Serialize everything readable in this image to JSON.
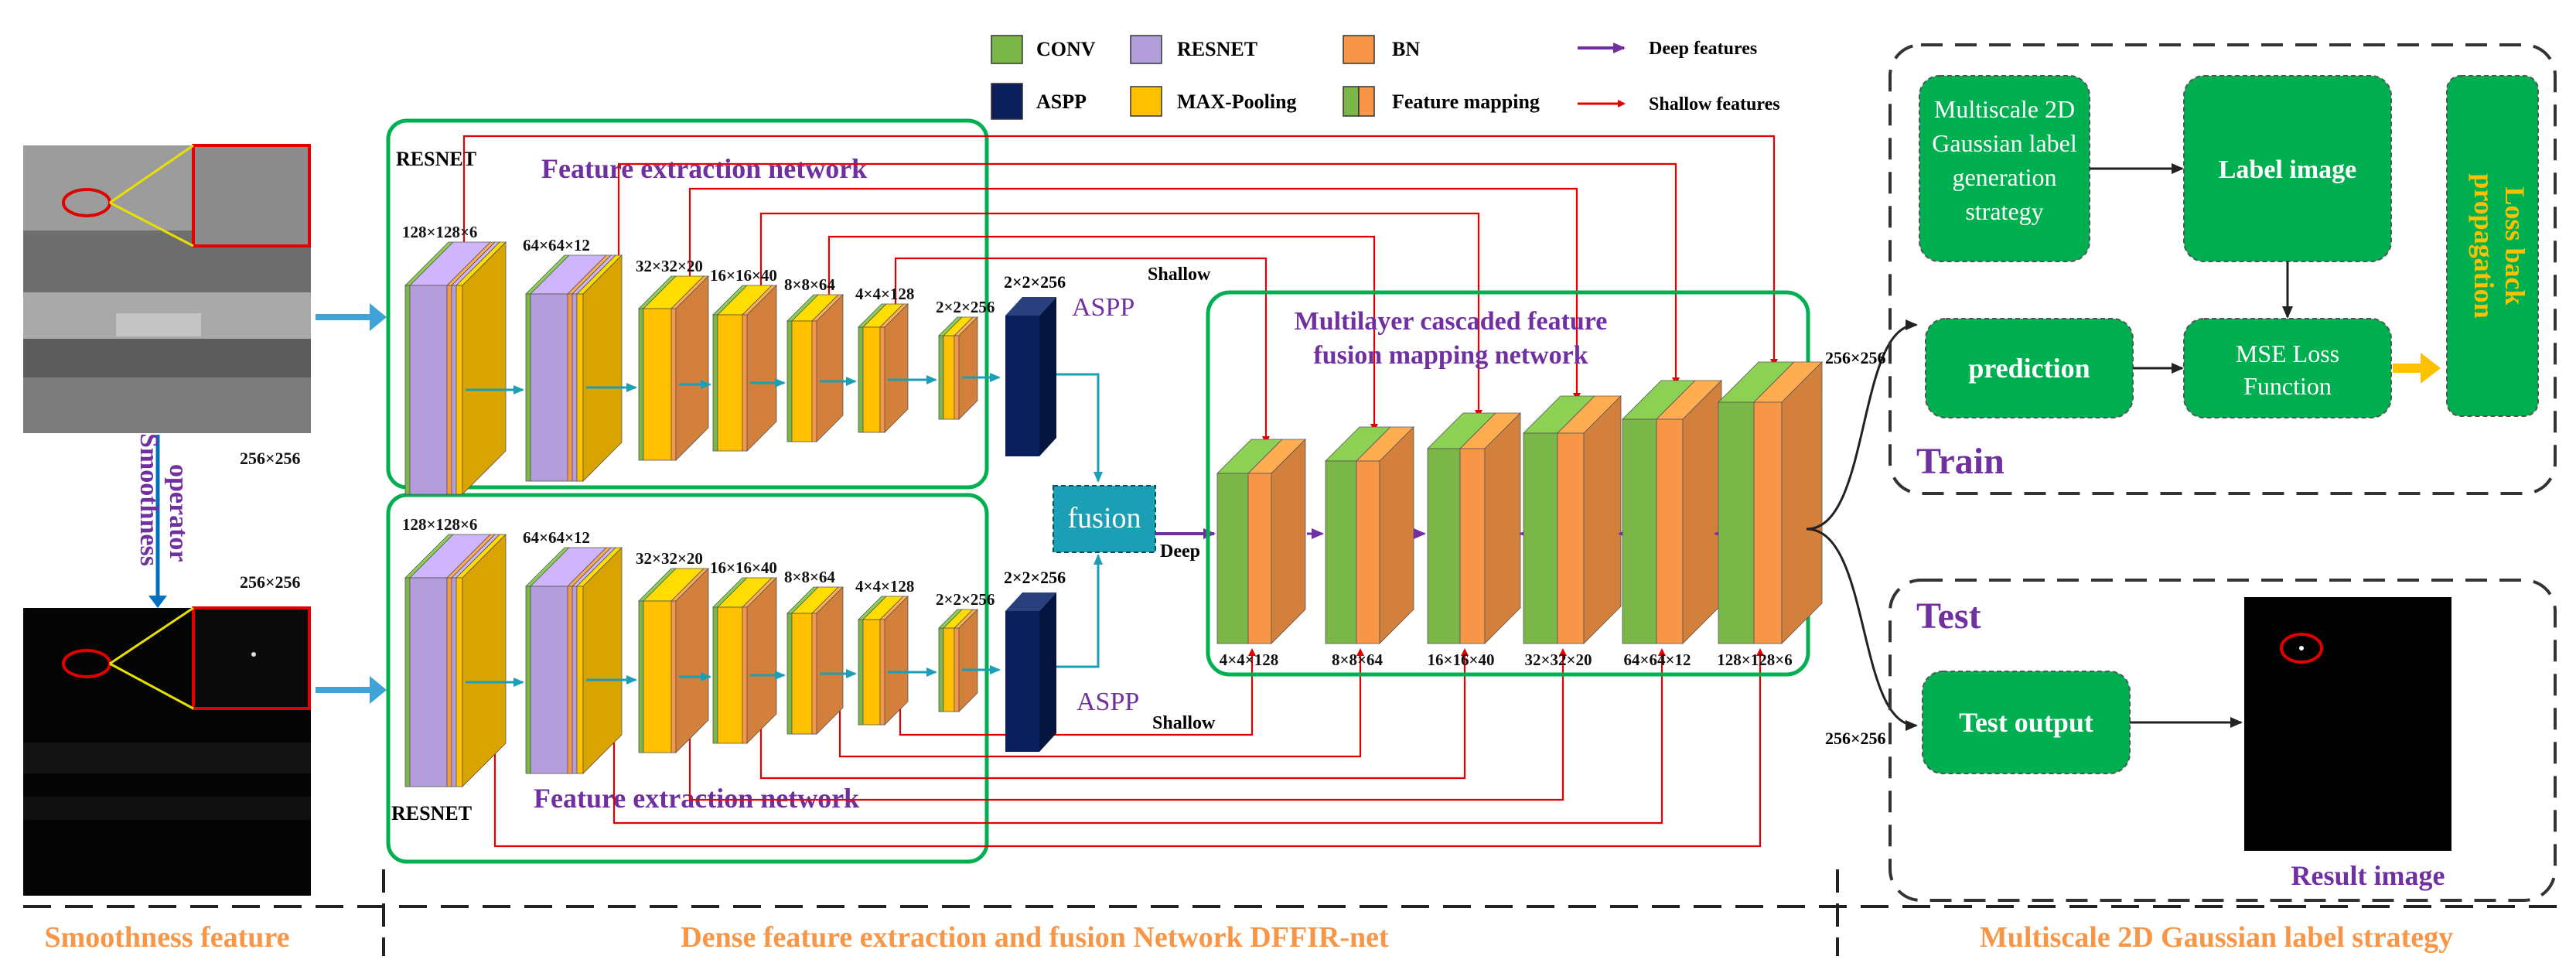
{
  "colors": {
    "conv": "#7ab648",
    "resnet": "#b39ddb",
    "bn": "#f79646",
    "aspp": "#0a1f5c",
    "maxpool": "#ffc000",
    "green_box": "#00b050",
    "green_fill": "#00b050",
    "purple_text": "#7030a0",
    "orange_text": "#f79646",
    "fusion_fill": "#1b9fb5",
    "deep_arrow": "#7030a0",
    "shallow_arrow": "#e00000",
    "flow_arrow": "#0070c0",
    "train_arrow": "#ffc000"
  },
  "legend": {
    "conv": "CONV",
    "resnet": "RESNET",
    "bn": "BN",
    "deep": "Deep features",
    "aspp": "ASPP",
    "maxpool": "MAX-Pooling",
    "feature_mapping": "Feature mapping",
    "shallow": "Shallow features"
  },
  "left": {
    "size_top": "256×256",
    "size_bottom": "256×256",
    "operator_line1": "Smoothness",
    "operator_line2": "operator",
    "section_label": "Smoothness feature"
  },
  "encoder": {
    "top_title": "Feature extraction network",
    "bottom_title": "Feature extraction network",
    "top_resnet": "RESNET",
    "bottom_resnet": "RESNET",
    "top_dims": [
      "128×128×6",
      "64×64×12",
      "32×32×20",
      "16×16×40",
      "8×8×64",
      "4×4×128",
      "2×2×256"
    ],
    "bottom_dims": [
      "128×128×6",
      "64×64×12",
      "32×32×20",
      "16×16×40",
      "8×8×64",
      "4×4×128",
      "2×2×256"
    ],
    "aspp_top_dim": "2×2×256",
    "aspp_bottom_dim": "2×2×256",
    "aspp_top_label": "ASPP",
    "aspp_bottom_label": "ASPP",
    "shallow_top": "Shallow",
    "shallow_bottom": "Shallow",
    "fusion": "fusion",
    "deep": "Deep"
  },
  "decoder": {
    "title_line1": "Multilayer cascaded feature",
    "title_line2": "fusion mapping network",
    "dims": [
      "4×4×128",
      "8×8×64",
      "16×16×40",
      "32×32×20",
      "64×64×12",
      "128×128×6"
    ]
  },
  "train": {
    "gaussian": [
      "Multiscale 2D",
      "Gaussian label",
      "generation",
      "strategy"
    ],
    "label_image": "Label image",
    "prediction": "prediction",
    "mse": [
      "MSE Loss",
      "Function"
    ],
    "loss": [
      "Loss back",
      "propagation"
    ],
    "title": "Train",
    "size": "256×256"
  },
  "test": {
    "title": "Test",
    "output": "Test output",
    "result": "Result image",
    "size": "256×256"
  },
  "sections": {
    "middle": "Dense feature extraction and fusion Network DFFIR-net",
    "right": "Multiscale 2D Gaussian label strategy"
  }
}
